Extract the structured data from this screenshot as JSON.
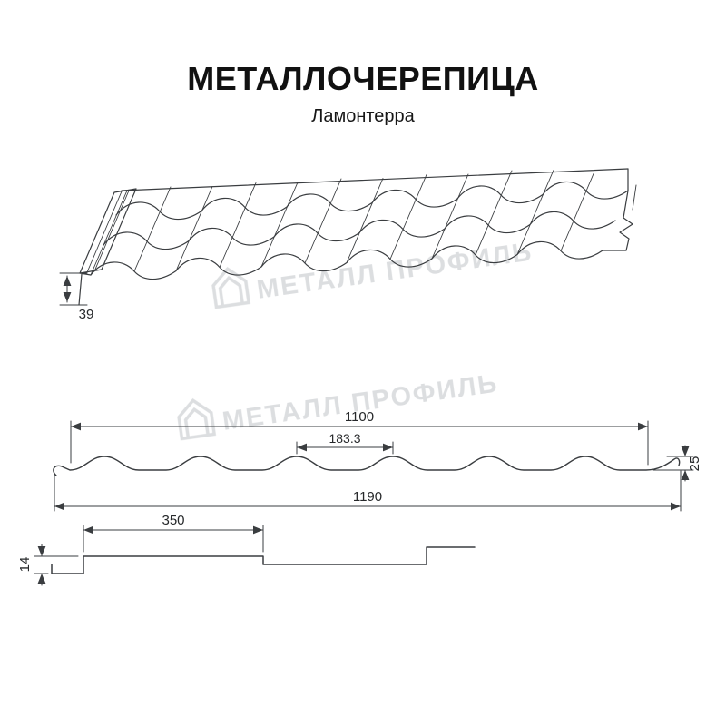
{
  "header": {
    "title": "МЕТАЛЛОЧЕРЕПИЦА",
    "subtitle": "Ламонтерра"
  },
  "watermark": {
    "text": "МЕТАЛЛ ПРОФИЛЬ"
  },
  "views": {
    "perspective": {
      "edge_height": "39"
    },
    "profile": {
      "cover_width": "1100",
      "wave_pitch": "183.3",
      "profile_height": "25",
      "full_width": "1190"
    },
    "longitudinal_step": {
      "step_length": "350",
      "step_height": "14"
    }
  },
  "colors": {
    "line": "#3a3d40",
    "dimension_text": "#26282a",
    "watermark": "#bfc3c7",
    "background": "#ffffff"
  }
}
